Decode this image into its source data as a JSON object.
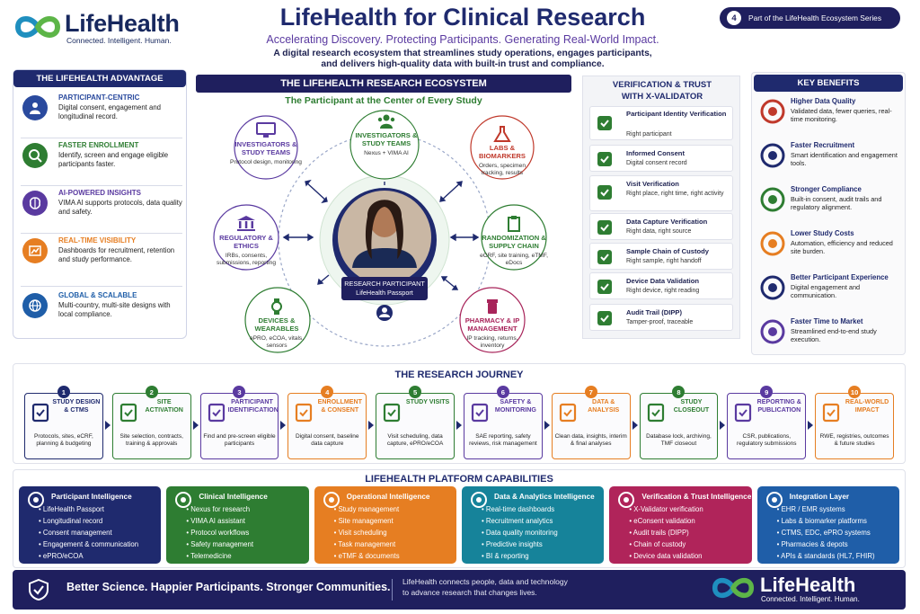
{
  "brand": {
    "name": "LifeHealth",
    "tagline": "Connected. Intelligent. Human."
  },
  "header": {
    "title": "LifeHealth for Clinical Research",
    "subtitle": "Accelerating Discovery. Protecting Participants. Generating Real-World Impact.",
    "intro_line1": "A digital research ecosystem that streamlines study operations, engages participants,",
    "intro_line2": "and delivers high-quality data with built-in trust and compliance.",
    "series_number": "4",
    "series_label": "Part of the LifeHealth Ecosystem Series"
  },
  "advantage": {
    "title": "THE LIFEHEALTH ADVANTAGE",
    "items": [
      {
        "head": "PARTICIPANT-CENTRIC",
        "text": "Digital consent, engagement and longitudinal record.",
        "color": "#2a4a9e",
        "icon": "user-icon"
      },
      {
        "head": "FASTER ENROLLMENT",
        "text": "Identify, screen and engage eligible participants faster.",
        "color": "#2e7d32",
        "icon": "magnifier-user-icon"
      },
      {
        "head": "AI-POWERED INSIGHTS",
        "text": "VIMA AI supports protocols, data quality and safety.",
        "color": "#5a3aa0",
        "icon": "brain-icon"
      },
      {
        "head": "REAL-TIME VISIBILITY",
        "text": "Dashboards for recruitment, retention and study performance.",
        "color": "#e67e22",
        "icon": "chart-icon"
      },
      {
        "head": "GLOBAL & SCALABLE",
        "text": "Multi-country, multi-site designs with local compliance.",
        "color": "#1f5ea8",
        "icon": "globe-icon"
      }
    ]
  },
  "ecosystem": {
    "title": "THE LIFEHEALTH RESEARCH ECOSYSTEM",
    "subtitle": "The Participant at the Center of Every Study",
    "center_title": "RESEARCH PARTICIPANT",
    "center_sub": "LifeHealth Passport",
    "nodes": [
      {
        "title": "INVESTIGATORS & STUDY TEAMS",
        "desc": "Protocol design, monitoring",
        "color": "#5a3aa0",
        "icon": "monitor-icon"
      },
      {
        "title": "INVESTIGATORS & STUDY TEAMS",
        "desc": "Nexus + VIMA AI",
        "color": "#2e7d32",
        "icon": "team-icon"
      },
      {
        "title": "LABS & BIOMARKERS",
        "desc": "Orders, specimen tracking, results",
        "color": "#c0392b",
        "icon": "flask-icon"
      },
      {
        "title": "RANDOMIZATION & SUPPLY CHAIN",
        "desc": "eCRF, site training, eTMF, eDocs",
        "color": "#2e7d32",
        "icon": "clipboard-icon"
      },
      {
        "title": "PHARMACY & IP MANAGEMENT",
        "desc": "IP tracking, returns, inventory",
        "color": "#a8245a",
        "icon": "pill-bottle-icon"
      },
      {
        "title": "DEVICES & WEARABLES",
        "desc": "ePRO, eCOA, vitals, sensors",
        "color": "#2e7d32",
        "icon": "watch-icon"
      },
      {
        "title": "REGULATORY & ETHICS",
        "desc": "IRBs, consents, submissions, reporting",
        "color": "#5a3aa0",
        "icon": "bank-icon"
      }
    ]
  },
  "verification": {
    "title_line1": "VERIFICATION & TRUST",
    "title_line2": "WITH X-VALIDATOR",
    "items": [
      {
        "head": "Participant Identity Verification",
        "desc": "Right participant",
        "icon": "id-check-icon"
      },
      {
        "head": "Informed Consent",
        "desc": "Digital consent record",
        "icon": "document-icon"
      },
      {
        "head": "Visit Verification",
        "desc": "Right place, right time, right activity",
        "icon": "location-pin-icon"
      },
      {
        "head": "Data Capture Verification",
        "desc": "Right data, right source",
        "icon": "data-check-icon"
      },
      {
        "head": "Sample Chain of Custody",
        "desc": "Right sample, right handoff",
        "icon": "chain-link-icon"
      },
      {
        "head": "Device Data Validation",
        "desc": "Right device, right reading",
        "icon": "clipboard-check-icon"
      },
      {
        "head": "Audit Trail (DIPP)",
        "desc": "Tamper-proof, traceable",
        "icon": "shield-check-icon"
      }
    ]
  },
  "benefits": {
    "title": "KEY BENEFITS",
    "items": [
      {
        "head": "Higher Data Quality",
        "text": "Validated data, fewer queries, real-time monitoring.",
        "icon": "heartbeat-icon",
        "color": "#c0392b"
      },
      {
        "head": "Faster Recruitment",
        "text": "Smart identification and engagement tools.",
        "icon": "speedometer-icon",
        "color": "#1f2a6e"
      },
      {
        "head": "Stronger Compliance",
        "text": "Built-in consent, audit trails and regulatory alignment.",
        "icon": "shield-chart-icon",
        "color": "#2e7d32"
      },
      {
        "head": "Lower Study Costs",
        "text": "Automation, efficiency and reduced site burden.",
        "icon": "dollar-icon",
        "color": "#e67e22"
      },
      {
        "head": "Better Participant Experience",
        "text": "Digital engagement and communication.",
        "icon": "people-icon",
        "color": "#1f2a6e"
      },
      {
        "head": "Faster Time to Market",
        "text": "Streamlined end-to-end study execution.",
        "icon": "bar-growth-icon",
        "color": "#5a3aa0"
      }
    ]
  },
  "journey": {
    "title": "THE RESEARCH JOURNEY",
    "steps": [
      {
        "num": "1",
        "title": "STUDY DESIGN & CTMS",
        "desc": "Protocols, sites, eCRF, planning & budgeting",
        "color": "#1f2a6e",
        "icon": "checklist-icon"
      },
      {
        "num": "2",
        "title": "SITE ACTIVATION",
        "desc": "Site selection, contracts, training & approvals",
        "color": "#2e7d32",
        "icon": "building-icon"
      },
      {
        "num": "3",
        "title": "PARTICIPANT IDENTIFICATION",
        "desc": "Find and pre-screen eligible participants",
        "color": "#5a3aa0",
        "icon": "user-search-icon"
      },
      {
        "num": "4",
        "title": "ENROLLMENT & CONSENT",
        "desc": "Digital consent, baseline data capture",
        "color": "#e67e22",
        "icon": "consent-icon"
      },
      {
        "num": "5",
        "title": "STUDY VISITS",
        "desc": "Visit scheduling, data capture, ePRO/eCOA",
        "color": "#2e7d32",
        "icon": "calendar-icon"
      },
      {
        "num": "6",
        "title": "SAFETY & MONITORING",
        "desc": "SAE reporting, safety reviews, risk management",
        "color": "#5a3aa0",
        "icon": "shield-icon"
      },
      {
        "num": "7",
        "title": "DATA & ANALYSIS",
        "desc": "Clean data, insights, interim & final analyses",
        "color": "#e67e22",
        "icon": "database-icon"
      },
      {
        "num": "8",
        "title": "STUDY CLOSEOUT",
        "desc": "Database lock, archiving, TMF closeout",
        "color": "#2e7d32",
        "icon": "flag-icon"
      },
      {
        "num": "9",
        "title": "REPORTING & PUBLICATION",
        "desc": "CSR, publications, regulatory submissions",
        "color": "#5a3aa0",
        "icon": "report-icon"
      },
      {
        "num": "10",
        "title": "REAL-WORLD IMPACT",
        "desc": "RWE, registries, outcomes & future studies",
        "color": "#e67e22",
        "icon": "globe-icon"
      }
    ]
  },
  "capabilities": {
    "title": "LIFEHEALTH PLATFORM CAPABILITIES",
    "columns": [
      {
        "title": "Participant Intelligence",
        "color": "#1f2a6e",
        "icon": "user-icon",
        "items": [
          "LifeHealth Passport",
          "Longitudinal record",
          "Consent management",
          "Engagement & communication",
          "ePRO/eCOA"
        ]
      },
      {
        "title": "Clinical Intelligence",
        "color": "#2e7d32",
        "icon": "stethoscope-icon",
        "items": [
          "Nexus for research",
          "VIMA AI assistant",
          "Protocol workflows",
          "Safety management",
          "Telemedicine"
        ]
      },
      {
        "title": "Operational Intelligence",
        "color": "#e67e22",
        "icon": "gear-icon",
        "items": [
          "Study management",
          "Site management",
          "Visit scheduling",
          "Task management",
          "eTMF & documents"
        ]
      },
      {
        "title": "Data & Analytics Intelligence",
        "color": "#16839a",
        "icon": "bar-chart-icon",
        "items": [
          "Real-time dashboards",
          "Recruitment analytics",
          "Data quality monitoring",
          "Predictive insights",
          "BI & reporting"
        ]
      },
      {
        "title": "Verification & Trust Intelligence",
        "color": "#b0245a",
        "icon": "shield-check-icon",
        "items": [
          "X-Validator verification",
          "eConsent validation",
          "Audit trails (DIPP)",
          "Chain of custody",
          "Device data validation"
        ]
      },
      {
        "title": "Integration Layer",
        "color": "#1f5ea8",
        "icon": "link-icon",
        "items": [
          "EHR / EMR systems",
          "Labs & biomarker platforms",
          "CTMS, EDC, ePRO systems",
          "Pharmacies & depots",
          "APIs & standards (HL7, FHIR)"
        ]
      }
    ]
  },
  "footer": {
    "slogan": "Better Science. Happier Participants. Stronger Communities.",
    "text_line1": "LifeHealth connects people, data and technology",
    "text_line2": "to advance research that changes lives."
  }
}
